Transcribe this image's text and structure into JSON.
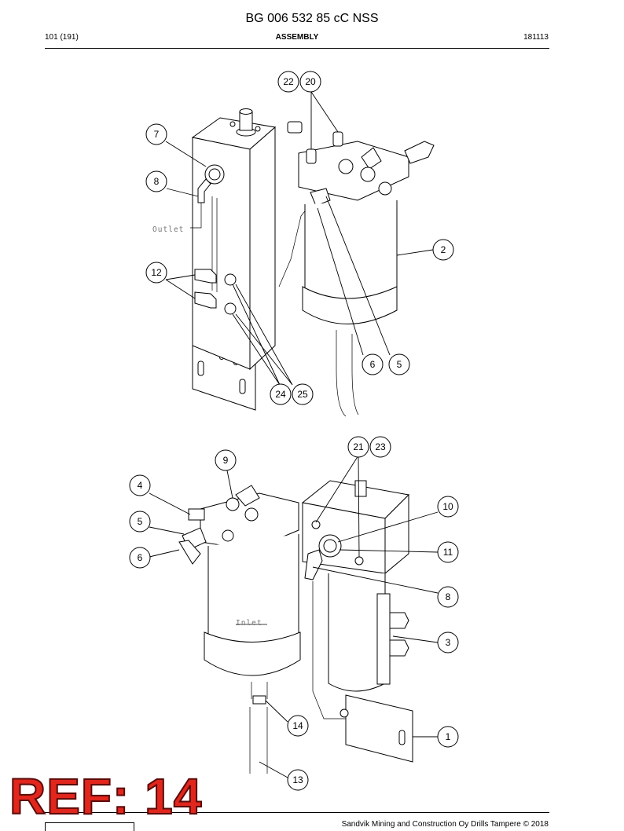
{
  "header": {
    "doc_title": "BG 006 532 85 cC NSS",
    "page_number": "101 (191)",
    "section": "ASSEMBLY",
    "date_code": "181113"
  },
  "drawing": {
    "top_view": {
      "callouts": [
        "22",
        "20",
        "7",
        "8",
        "2",
        "12",
        "6",
        "5",
        "24",
        "25"
      ],
      "outlet_label": "Outlet"
    },
    "bottom_view": {
      "callouts": [
        "21",
        "23",
        "9",
        "4",
        "10",
        "5",
        "11",
        "6",
        "8",
        "3",
        "14",
        "1",
        "13"
      ],
      "inlet_label": "Inlet"
    }
  },
  "stamp": {
    "ref_label": "REF: 14"
  },
  "footer": {
    "text": "Sandvik Mining and Construction Oy Drills Tampere © 2018"
  }
}
